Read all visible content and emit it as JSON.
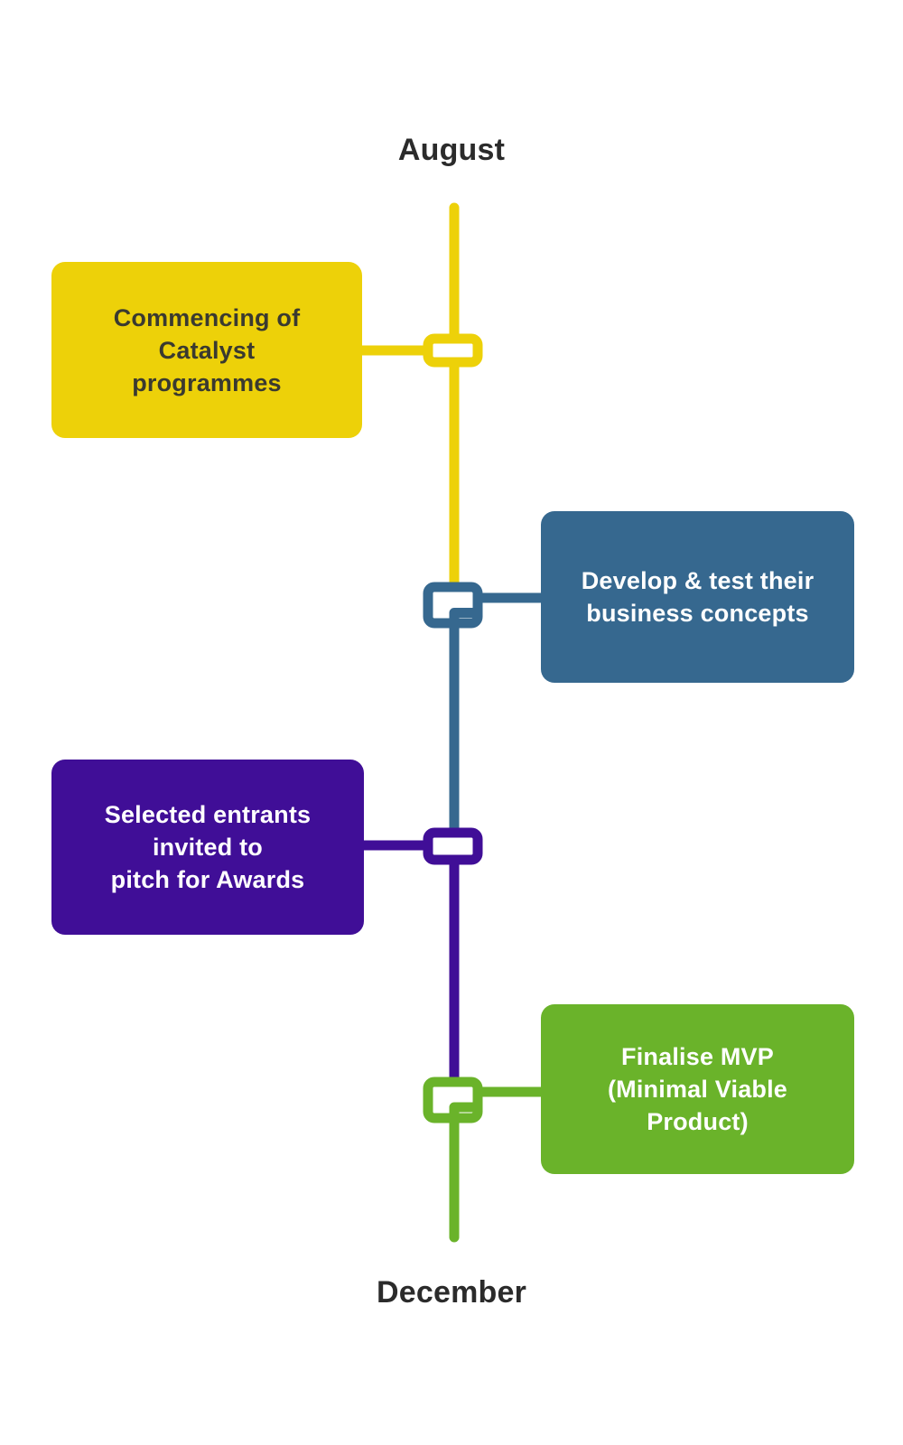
{
  "page": {
    "title_top": "August",
    "title_bottom": "December"
  },
  "colors": {
    "background": "#FFFFFF",
    "label_text": "#2B2B2B",
    "marker_fill": "#FFFFFF",
    "yellow": "#EDD109",
    "blue": "#36688F",
    "purple": "#400E97",
    "green": "#6AB32A"
  },
  "milestones": [
    {
      "name": "commencing-catalyst",
      "side": "left",
      "color": "#EDD109",
      "text_color": "#3A3A30",
      "label": "Commencing of\nCatalyst\nprogrammes"
    },
    {
      "name": "develop-test-concepts",
      "side": "right",
      "color": "#36688F",
      "text_color": "#FFFFFF",
      "label": "Develop & test their\nbusiness concepts"
    },
    {
      "name": "selected-entrants-pitch",
      "side": "left",
      "color": "#400E97",
      "text_color": "#FFFFFF",
      "label": "Selected entrants\ninvited to\npitch for Awards"
    },
    {
      "name": "finalise-mvp",
      "side": "right",
      "color": "#6AB32A",
      "text_color": "#FFFFFF",
      "label": "Finalise MVP\n(Minimal Viable\nProduct)"
    }
  ]
}
